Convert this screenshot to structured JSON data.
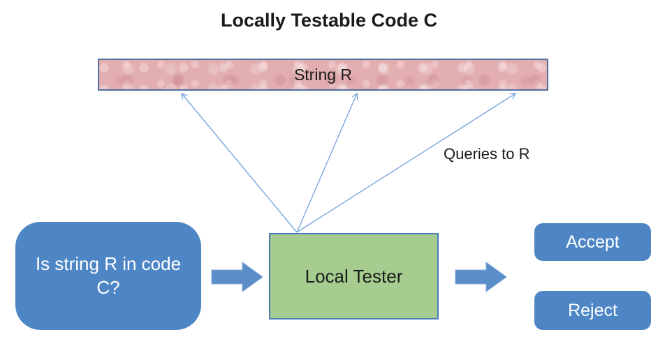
{
  "title": "Locally Testable Code C",
  "string_bar": {
    "label": "String R"
  },
  "arrows": {
    "queries_label": "Queries to R"
  },
  "question_box": {
    "label": "Is string R in code C?"
  },
  "tester_box": {
    "label": "Local Tester"
  },
  "accept_box": {
    "label": "Accept"
  },
  "reject_box": {
    "label": "Reject"
  },
  "colors": {
    "accent_blue": "#4E86C5",
    "block_arrow": "#5B8DC8",
    "green_fill": "#A6CD8F",
    "green_border": "#4A7EBB",
    "pink_fill": "#E3AEB0",
    "pink_border": "#51709F",
    "arrow_blue": "#7CA6DD",
    "box_text": "#FFFFFF",
    "text_dark": "#1A1A1A"
  }
}
